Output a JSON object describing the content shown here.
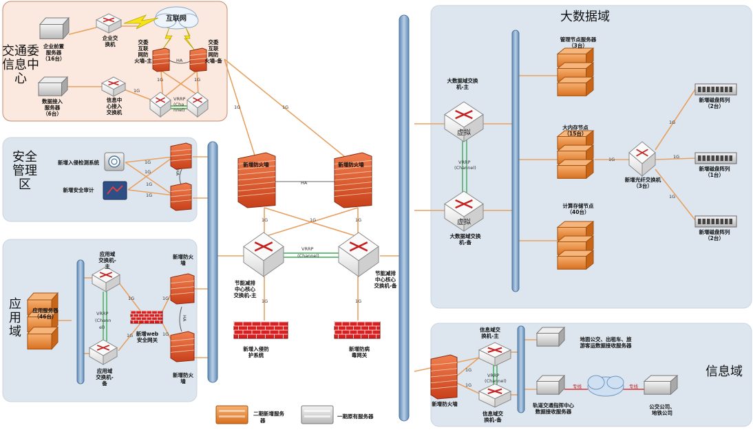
{
  "zones": {
    "transport_center": "交通委信息中心",
    "security": "安全管理区",
    "application": "应用域",
    "bigdata": "大数据域",
    "info": "信息域"
  },
  "cloud": {
    "internet": "互联网"
  },
  "devices": {
    "enterprise_front_server": [
      "企业前置",
      "服务器",
      "（16台）"
    ],
    "enterprise_switch": [
      "企业交",
      "换机"
    ],
    "fw_main": [
      "交委",
      "互联",
      "网防",
      "火墙-主"
    ],
    "fw_backup": [
      "交委",
      "互联",
      "网防",
      "火墙-备"
    ],
    "data_access_server": [
      "数据接入",
      "服务器",
      "（6台）"
    ],
    "info_center_switch": [
      "信息中",
      "心接入",
      "交换机"
    ],
    "ids": "新增入侵检测系统",
    "audit": "新增安全审计",
    "app_server": [
      "应用服务器",
      "（46台）"
    ],
    "app_switch_main": [
      "应用域",
      "交换机-",
      "主"
    ],
    "app_switch_backup": [
      "应用域",
      "交换机-",
      "备"
    ],
    "waf": [
      "新增web",
      "安全网关"
    ],
    "app_fw_top": [
      "新增防火",
      "墙"
    ],
    "app_fw_bottom": [
      "新增防火",
      "墙"
    ],
    "core_fw_left": "新增防火墙",
    "core_fw_right": "新增防火墙",
    "core_switch_main": [
      "节能减排",
      "中心核心",
      "交换机-主"
    ],
    "core_switch_backup": [
      "节能减排",
      "中心核心",
      "交换机-备"
    ],
    "ips": [
      "新增入侵防",
      "护系统"
    ],
    "antivirus": [
      "新增防病",
      "毒网关"
    ],
    "bd_switch_main": [
      "大数据域交换",
      "机-主"
    ],
    "bd_switch_backup": [
      "大数据域交换",
      "机-备"
    ],
    "mgmt_nodes": [
      "管理节点服务器",
      "（3台）"
    ],
    "memory_nodes": [
      "大内存节点",
      "（15台）"
    ],
    "compute_nodes": [
      "计算存储节点",
      "（40台）"
    ],
    "fc_switch": [
      "新增光纤交换机",
      "（3台）"
    ],
    "disk_array_1": [
      "新增磁盘阵列",
      "（2台）"
    ],
    "disk_array_2": [
      "新增磁盘阵列",
      "（1台）"
    ],
    "disk_array_3": [
      "新增磁盘阵列",
      "（2台）"
    ],
    "info_switch_main": [
      "信息域交",
      "换机-主"
    ],
    "info_switch_backup": [
      "信息域交",
      "换机-备"
    ],
    "info_fw": "新增防火墙",
    "transit_servers": [
      "地面公交、出租车、旅",
      "游客运数据接收服务器"
    ],
    "rail_servers": [
      "轨道交通指挥中心",
      "数据接收服务器"
    ],
    "bus_company": [
      "公交公司、",
      "地铁公司"
    ]
  },
  "links": {
    "ha": "HA",
    "one_g": "1G",
    "vrrp": "VRRP",
    "channel": "(Channel)",
    "vrrp_cha": "(Cha",
    "vrrp_nnel": "nnel)",
    "vrrp_chann": "(Chann",
    "vrrp_el": "el)",
    "dedicated": "专线",
    "virtual": "虚拟"
  },
  "legend": {
    "new_servers": [
      "二期新增服务",
      "器"
    ],
    "existing_servers": "一期原有服务器"
  },
  "colors": {
    "zone_orange": "#fbe9df",
    "zone_blue": "#dde6ef",
    "link_orange": "#e8a060",
    "link_green": "#3aaa55",
    "trunk_blue": "#7fa6cc",
    "server_orange": "#e98a3a",
    "firewall_red": "#d92020"
  }
}
